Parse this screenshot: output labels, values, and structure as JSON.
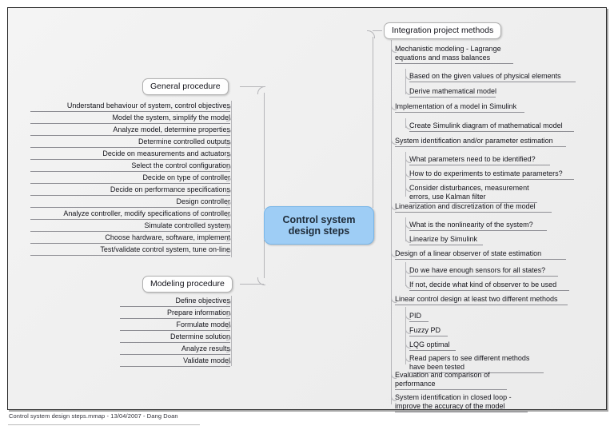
{
  "document": {
    "footer": "Control system design steps.mmap - 13/04/2007 - Dang Doan",
    "background": "#f2f2f2",
    "accent": "#9ecdf5"
  },
  "central_topic": {
    "line1": "Control system",
    "line2": "design steps"
  },
  "branches": {
    "general_procedure": {
      "title": "General procedure",
      "items": [
        "Understand behaviour of system, control objectives",
        "Model the system, simplify the model",
        "Analyze model, determine properties",
        "Determine controlled outputs",
        "Decide on measurements and actuators",
        "Select the control configuration",
        "Decide on type of controller",
        "Decide on performance specifications",
        "Design controller",
        "Analyze controller, modify specifications of controller",
        "Simulate controlled system",
        "Choose hardware, software, implement",
        "Test/validate control system, tune on-line"
      ]
    },
    "modeling_procedure": {
      "title": "Modeling procedure",
      "items": [
        "Define objectives",
        "Prepare information",
        "Formulate model",
        "Determine solution",
        "Analyze results",
        "Validate model"
      ]
    },
    "integration_project_methods": {
      "title": "Integration project methods",
      "items": [
        {
          "label": "Mechanistic modeling - Lagrange equations and mass balances",
          "line1": "Mechanistic modeling - Lagrange",
          "line2": "equations and mass balances",
          "children": [
            "Based on the given values of physical elements",
            "Derive mathematical model"
          ]
        },
        {
          "label": "Implementation of a model in Simulink",
          "children": [
            "Create Simulink diagram of mathematical model"
          ]
        },
        {
          "label": "System identification and/or parameter estimation",
          "children": [
            "What parameters need to be identified?",
            "How to do experiments to estimate parameters?",
            "Consider disturbances, measurement errors, use Kalman filter"
          ]
        },
        {
          "label": "Linearization and discretization of the model",
          "children": [
            "What is the nonlinearity of the system?",
            "Linearize by Simulink"
          ]
        },
        {
          "label": "Design of a linear observer of state estimation",
          "children": [
            "Do we have enough sensors for all states?",
            "If not, decide what kind of observer to be used"
          ]
        },
        {
          "label": "Linear control design at least two different methods",
          "children": [
            "PID",
            "Fuzzy PD",
            "LQG optimal",
            "Read papers to see different methods have been tested"
          ]
        },
        {
          "label": "Evaluation and comparison of performance",
          "line1": "Evaluation and comparison of",
          "line2": "performance",
          "children": []
        },
        {
          "label": "System identification in closed loop - improve the accuracy of the model",
          "line1": "System identification in closed loop -",
          "line2": "improve the accuracy of the model",
          "children": []
        }
      ],
      "sub_labels": {
        "consider_line1": "Consider disturbances, measurement",
        "consider_line2": "errors, use Kalman filter",
        "read_line1": "Read papers to see different methods",
        "read_line2": "have been tested"
      }
    }
  }
}
